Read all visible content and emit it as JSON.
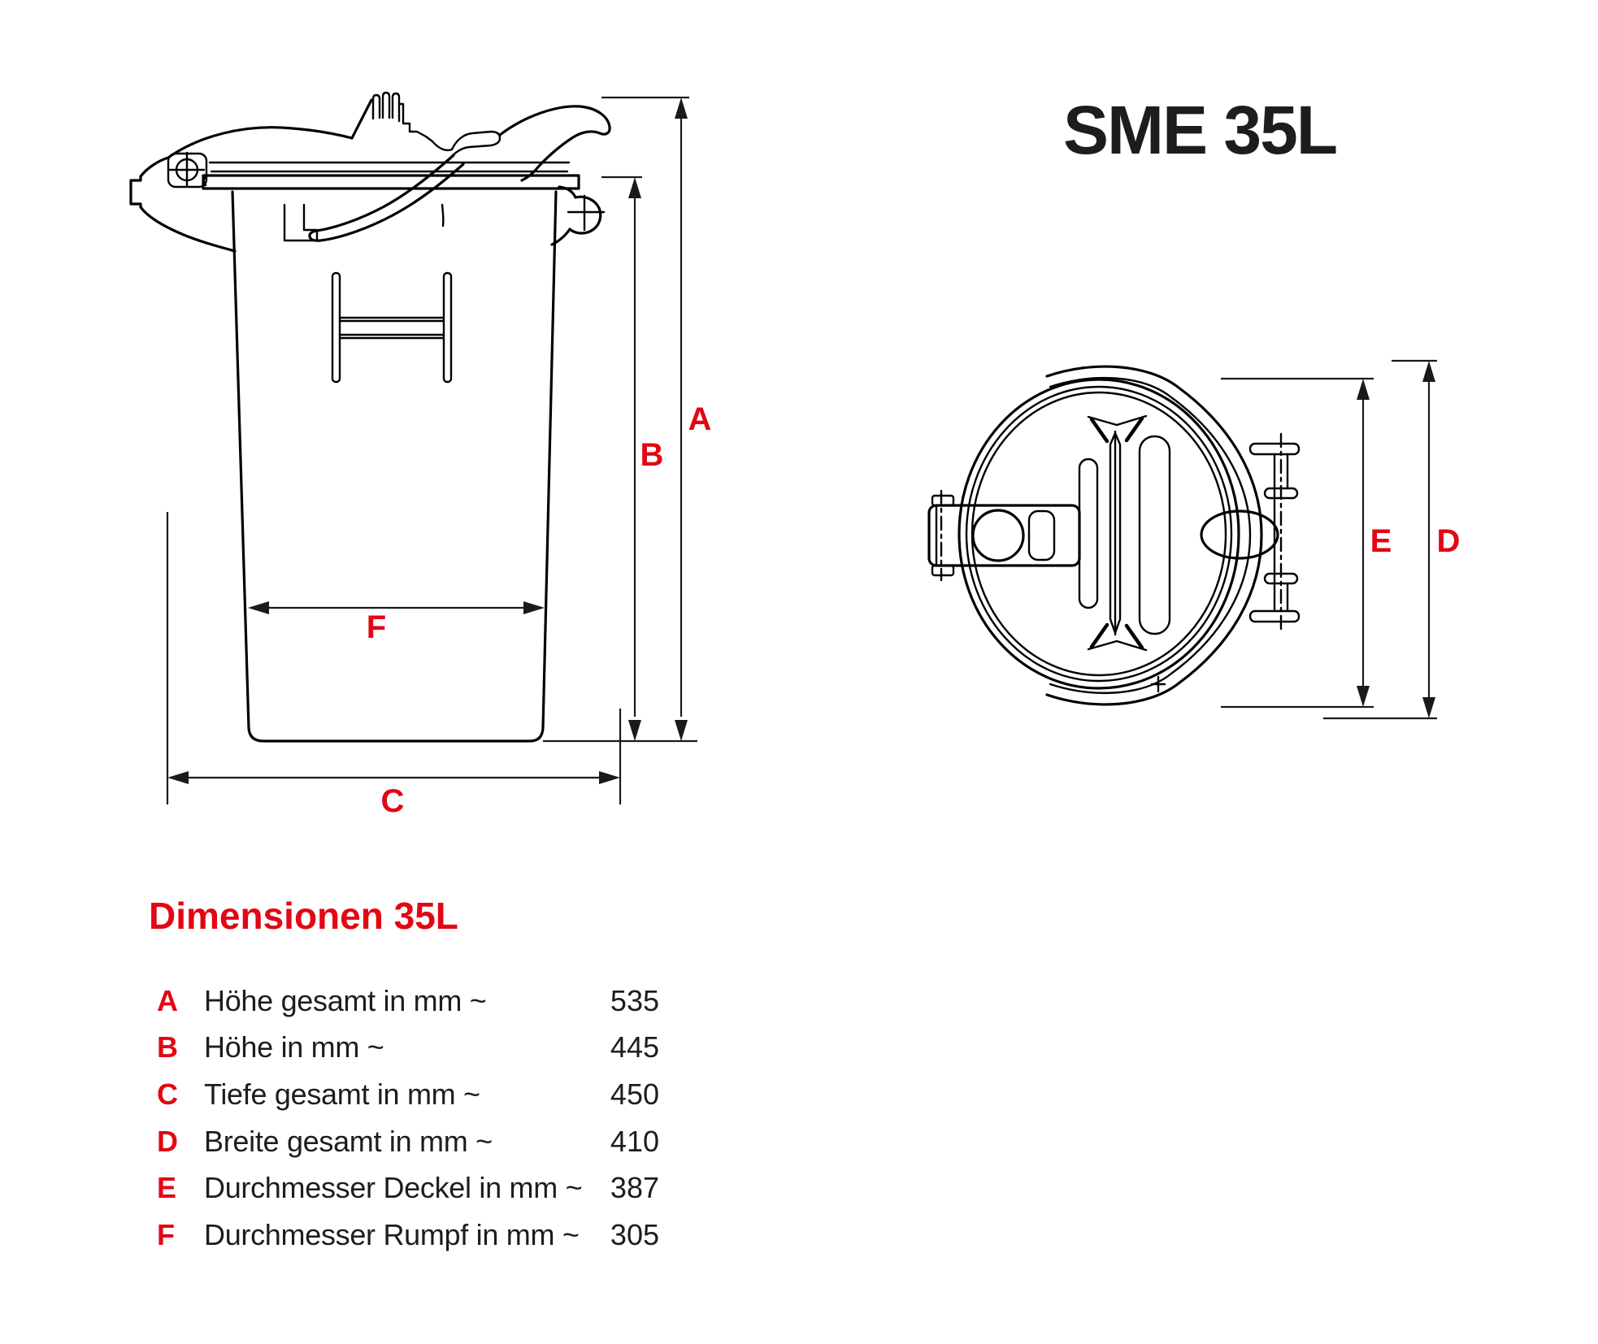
{
  "title": "SME 35L",
  "section_heading": "Dimensionen 35L",
  "colors": {
    "accent_red": "#e30613",
    "ink": "#1d1d1b",
    "line": "#000000"
  },
  "views": {
    "side_view": "bin side elevation with lid, pedal hinge, bail handle and H-handle",
    "top_view": "bin lid plan view with latch, ribs, grip oval and hinge bracket"
  },
  "dims": {
    "A": "A",
    "B": "B",
    "C": "C",
    "D": "D",
    "E": "E",
    "F": "F"
  },
  "table": {
    "rows": [
      {
        "key": "A",
        "label": "Höhe gesamt in mm ~",
        "value": "535"
      },
      {
        "key": "B",
        "label": "Höhe in mm ~",
        "value": "445"
      },
      {
        "key": "C",
        "label": "Tiefe gesamt in mm ~",
        "value": "450"
      },
      {
        "key": "D",
        "label": "Breite gesamt in mm ~",
        "value": "410"
      },
      {
        "key": "E",
        "label": "Durchmesser Deckel in mm ~",
        "value": "387"
      },
      {
        "key": "F",
        "label": "Durchmesser Rumpf in mm ~",
        "value": "305"
      }
    ]
  }
}
